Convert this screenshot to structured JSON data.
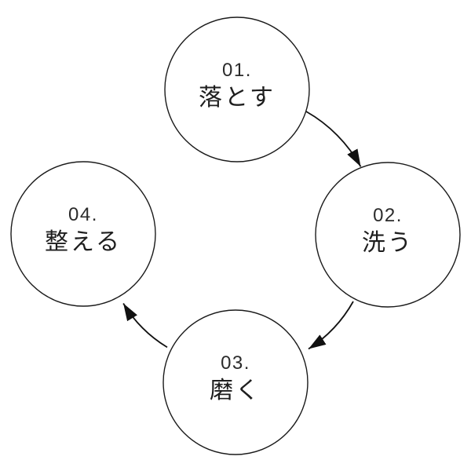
{
  "diagram": {
    "type": "cycle-flow",
    "background_color": "#ffffff",
    "circle_stroke_color": "#1a1a1a",
    "arrow_color": "#111111",
    "text_color": "#1e1e1e",
    "steps": [
      {
        "number": "01.",
        "label": "落とす",
        "position": "top"
      },
      {
        "number": "02.",
        "label": "洗う",
        "position": "right"
      },
      {
        "number": "03.",
        "label": "磨く",
        "position": "bottom"
      },
      {
        "number": "04.",
        "label": "整える",
        "position": "left"
      }
    ],
    "arrows": [
      {
        "from": "01.",
        "to": "02."
      },
      {
        "from": "02.",
        "to": "03."
      },
      {
        "from": "03.",
        "to": "04."
      }
    ]
  }
}
